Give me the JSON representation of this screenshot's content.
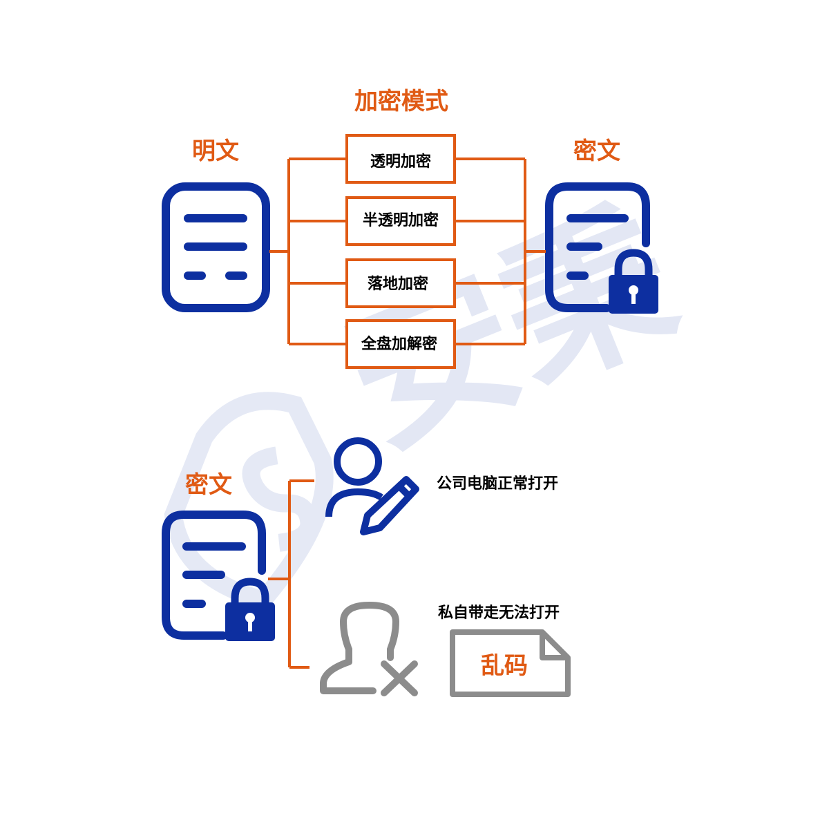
{
  "title": "加密模式",
  "plaintext_label": "明文",
  "ciphertext_label_top": "密文",
  "modes": [
    "透明加密",
    "半透明加密",
    "落地加密",
    "全盘加解密"
  ],
  "ciphertext_label_bottom": "密文",
  "authorized_text": "公司电脑正常打开",
  "unauthorized_text": "私自带走无法打开",
  "garbled_text": "乱码",
  "watermark_text": "安秉",
  "colors": {
    "accent": "#e05a14",
    "blue": "#0d2fa0",
    "gray": "#8c8c8c",
    "watermark": "#cdd5ec"
  },
  "icons": [
    "document-icon",
    "locked-document-icon",
    "user-edit-icon",
    "user-denied-icon",
    "garbled-document-icon",
    "shield-watermark-icon"
  ]
}
